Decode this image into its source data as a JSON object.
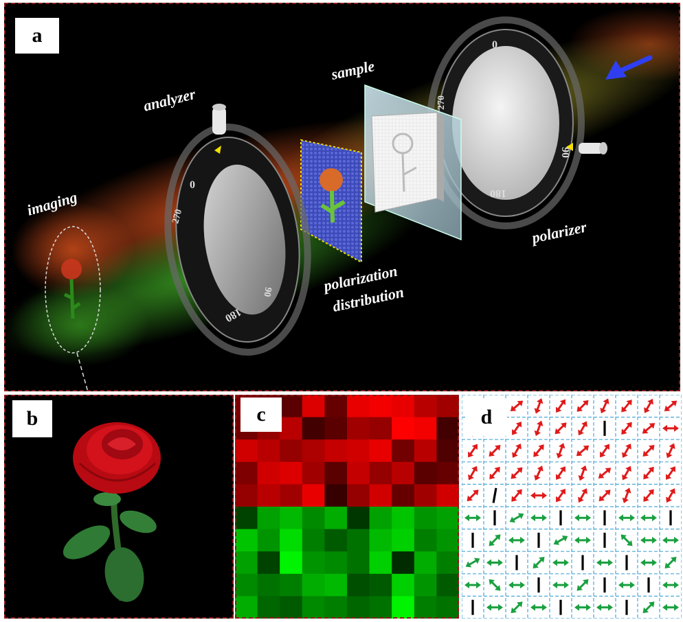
{
  "panels": {
    "a": {
      "letter": "a"
    },
    "b": {
      "letter": "b"
    },
    "c": {
      "letter": "c"
    },
    "d": {
      "letter": "d"
    }
  },
  "labels": {
    "analyzer": "analyzer",
    "sample": "sample",
    "imaging": "imaging",
    "polarizer": "polarizer",
    "polarization_line1": "polarization",
    "polarization_line2": "distribution"
  },
  "dial_ticks": {
    "analyzer": [
      "0",
      "270",
      "180",
      "90"
    ],
    "polarizer": [
      "0",
      "90",
      "180",
      "270"
    ]
  },
  "colors": {
    "frame": "#8b1a1a",
    "red_beam": "#c23a10",
    "green_beam": "#2a8a1a",
    "yellow_beam": "#b0a830",
    "blue_arrow": "#2f3ff0",
    "grid_line": "#4aa8d8",
    "arrow_red": "#e01a1a",
    "arrow_green": "#1aa040",
    "arrow_black": "#000000"
  },
  "panel_c": {
    "rows": 10,
    "cols": 10,
    "red_rows": [
      [
        0.45,
        0.4,
        0.3,
        0.85,
        0.35,
        0.9,
        0.95,
        0.9,
        0.7,
        0.6
      ],
      [
        0.4,
        0.55,
        0.7,
        0.2,
        0.3,
        0.6,
        0.55,
        1.0,
        0.95,
        0.2
      ],
      [
        0.8,
        0.7,
        0.55,
        0.65,
        0.75,
        0.8,
        0.9,
        0.4,
        0.7,
        0.25
      ],
      [
        0.45,
        0.8,
        0.85,
        0.6,
        0.3,
        0.75,
        0.55,
        0.7,
        0.3,
        0.35
      ],
      [
        0.55,
        0.7,
        0.6,
        0.9,
        0.15,
        0.55,
        0.8,
        0.35,
        0.6,
        0.8
      ]
    ],
    "green_rows": [
      [
        0.2,
        0.6,
        0.7,
        0.5,
        0.65,
        0.15,
        0.6,
        0.75,
        0.55,
        0.6
      ],
      [
        0.75,
        0.55,
        0.85,
        0.45,
        0.3,
        0.4,
        0.7,
        0.8,
        0.45,
        0.55
      ],
      [
        0.6,
        0.2,
        0.95,
        0.55,
        0.5,
        0.4,
        0.8,
        0.1,
        0.65,
        0.45
      ],
      [
        0.5,
        0.4,
        0.45,
        0.65,
        0.7,
        0.25,
        0.3,
        0.8,
        0.55,
        0.3
      ],
      [
        0.65,
        0.35,
        0.3,
        0.5,
        0.45,
        0.35,
        0.4,
        0.95,
        0.45,
        0.4
      ]
    ]
  },
  "panel_d": {
    "rows": 10,
    "cols": 10,
    "angles_deg": [
      [
        50,
        60,
        40,
        70,
        55,
        45,
        65,
        50,
        60,
        40
      ],
      [
        90,
        40,
        55,
        70,
        45,
        60,
        90,
        50,
        40,
        0
      ],
      [
        55,
        45,
        60,
        50,
        70,
        40,
        55,
        60,
        45,
        65
      ],
      [
        60,
        50,
        45,
        65,
        55,
        70,
        40,
        60,
        50,
        55
      ],
      [
        45,
        80,
        50,
        0,
        55,
        60,
        45,
        70,
        50,
        60
      ],
      [
        0,
        90,
        30,
        0,
        90,
        0,
        90,
        0,
        0,
        90
      ],
      [
        90,
        45,
        0,
        90,
        30,
        0,
        90,
        135,
        0,
        0
      ],
      [
        30,
        0,
        90,
        45,
        0,
        90,
        0,
        90,
        0,
        45
      ],
      [
        0,
        135,
        0,
        90,
        0,
        45,
        90,
        0,
        90,
        0
      ],
      [
        90,
        0,
        45,
        0,
        90,
        0,
        0,
        90,
        45,
        0
      ]
    ],
    "types": [
      [
        "r",
        "r",
        "r",
        "r",
        "r",
        "r",
        "r",
        "r",
        "r",
        "r"
      ],
      [
        "r",
        "r",
        "r",
        "r",
        "r",
        "r",
        "k",
        "r",
        "r",
        "r"
      ],
      [
        "r",
        "r",
        "r",
        "r",
        "r",
        "r",
        "r",
        "r",
        "r",
        "r"
      ],
      [
        "r",
        "r",
        "r",
        "r",
        "r",
        "r",
        "r",
        "r",
        "r",
        "r"
      ],
      [
        "r",
        "k",
        "r",
        "r",
        "r",
        "r",
        "r",
        "r",
        "r",
        "r"
      ],
      [
        "g",
        "k",
        "g",
        "g",
        "k",
        "g",
        "k",
        "g",
        "g",
        "k"
      ],
      [
        "k",
        "g",
        "g",
        "k",
        "g",
        "g",
        "k",
        "g",
        "g",
        "g"
      ],
      [
        "g",
        "g",
        "k",
        "g",
        "g",
        "k",
        "g",
        "k",
        "g",
        "g"
      ],
      [
        "g",
        "g",
        "g",
        "k",
        "g",
        "g",
        "k",
        "g",
        "k",
        "g"
      ],
      [
        "k",
        "g",
        "g",
        "g",
        "k",
        "g",
        "g",
        "k",
        "g",
        "g"
      ]
    ]
  }
}
